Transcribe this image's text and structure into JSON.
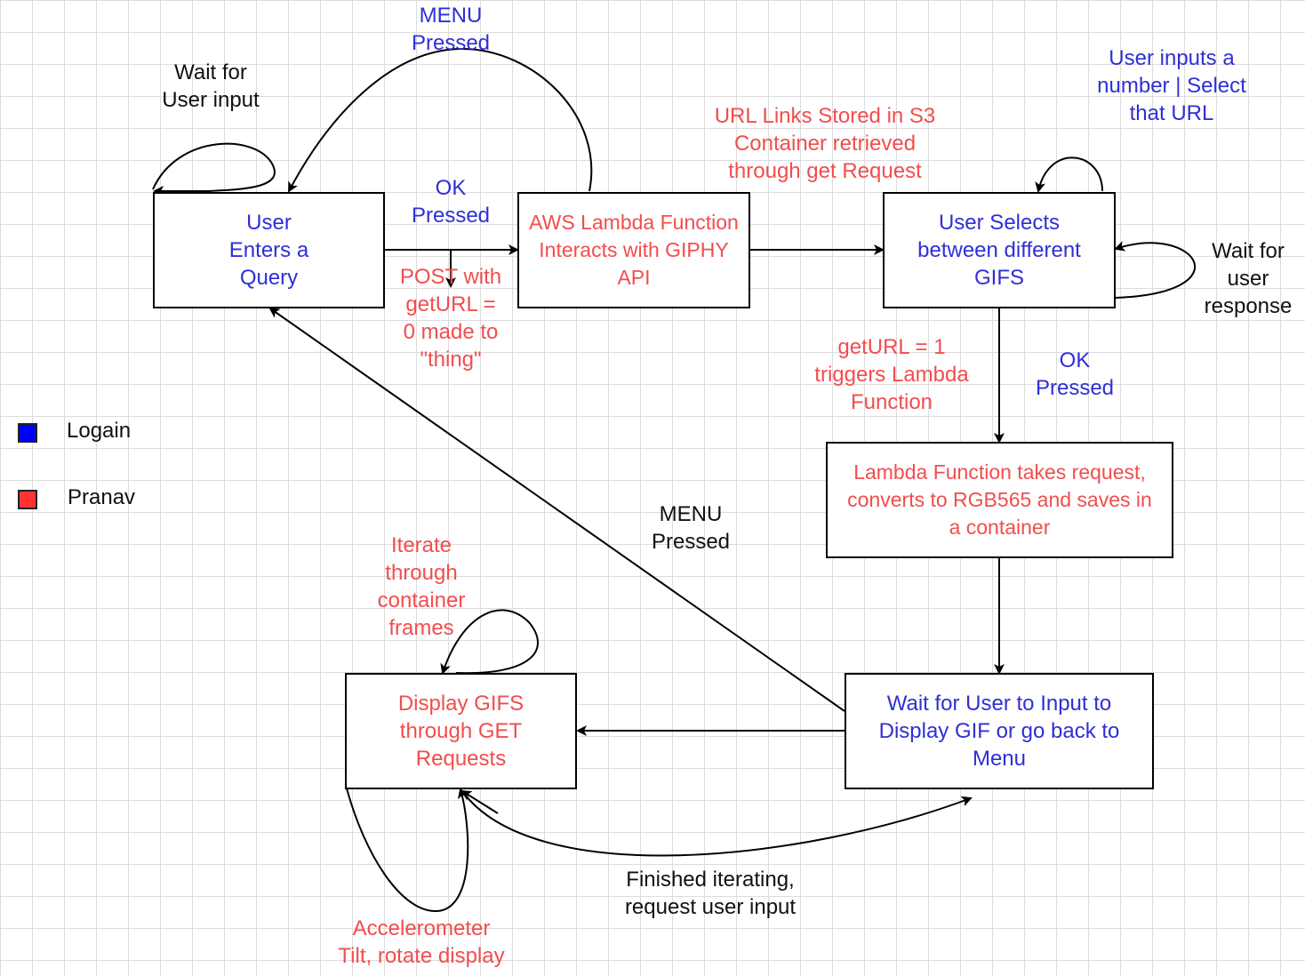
{
  "colors": {
    "logain": "#0000ff",
    "pranav": "#ff3333",
    "blue_text": "#2f2fd6",
    "red_text": "#f24d4d"
  },
  "legend": [
    {
      "name": "Logain",
      "color": "#0000ff"
    },
    {
      "name": "Pranav",
      "color": "#ff3333"
    }
  ],
  "nodes": {
    "user_query": "User\nEnters a\nQuery",
    "lambda_giphy": "AWS Lambda Function\nInteracts with GIPHY\nAPI",
    "user_selects": "User Selects\nbetween different\nGIFS",
    "lambda_convert": "Lambda Function takes request,\nconverts to RGB565 and saves in\na container",
    "wait_display": "Wait for User to Input to\nDisplay GIF or go back to\nMenu",
    "display_gifs": "Display GIFS\nthrough GET\nRequests"
  },
  "edge_labels": {
    "wait_user_input": "Wait for\nUser input",
    "menu_top": "MENU\nPressed",
    "ok_top": "OK\nPressed",
    "post_url": "POST with\ngetURL =\n0 made to\n\"thing\"",
    "s3_links": "URL Links Stored in S3\nContainer retrieved\nthrough get Request",
    "user_number": "User inputs a\nnumber | Select\nthat URL",
    "wait_response": "Wait for\nuser\nresponse",
    "geturl_one": "getURL = 1\ntriggers Lambda\nFunction",
    "ok_right": "OK\nPressed",
    "menu_middle": "MENU\nPressed",
    "iterate": "Iterate\nthrough\ncontainer\nframes",
    "accelerometer": "Accelerometer\nTilt, rotate display",
    "finished": "Finished iterating,\nrequest user input"
  }
}
